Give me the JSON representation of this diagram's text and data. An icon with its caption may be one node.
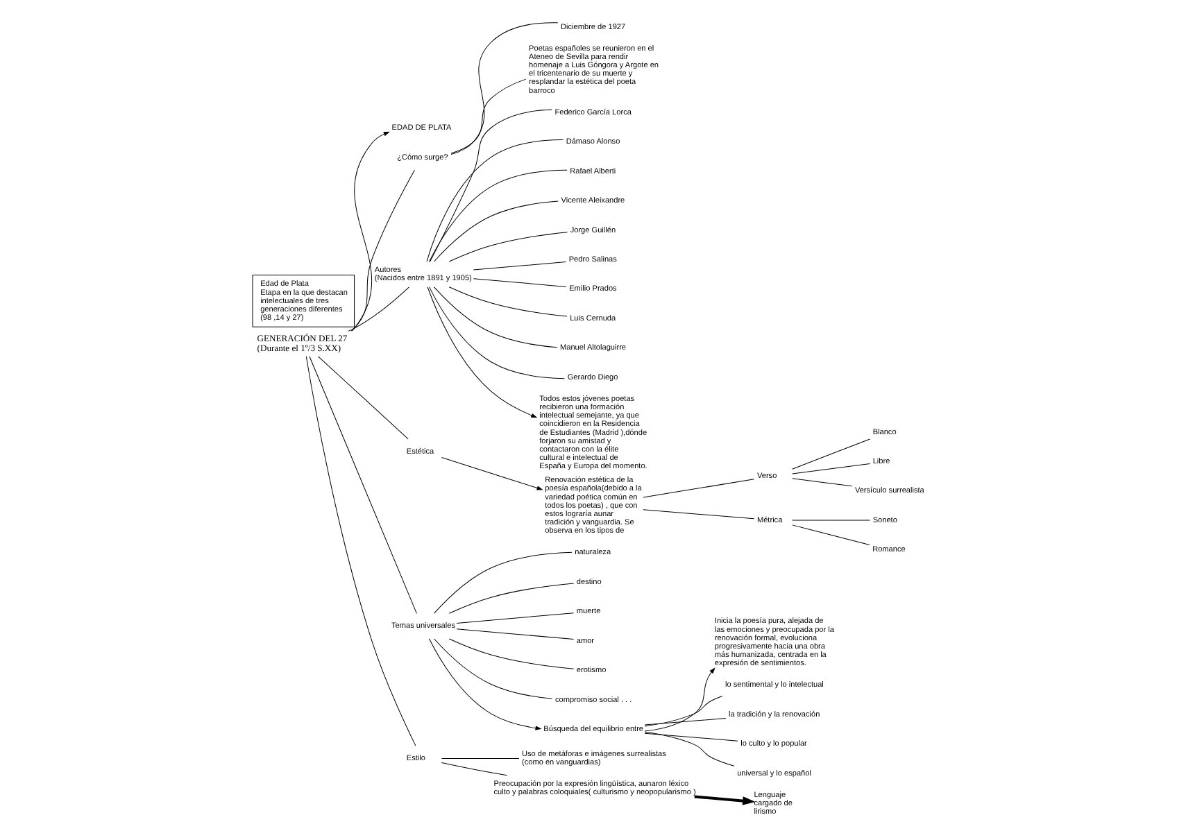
{
  "diagram": {
    "nodes": [
      {
        "text": [
          "GENERACIÓN DEL 27",
          "(Durante el 1º/3 S.XX)"
        ]
      },
      {
        "text": [
          "EDAD DE PLATA"
        ]
      },
      {
        "text": [
          "¿Cómo surge?"
        ]
      },
      {
        "text": [
          "Diciembre de 1927"
        ]
      },
      {
        "text": [
          "Poetas españoles se reunieron en el Ateneo de Sevilla para rendir homenaje a Luis Góngora y Argote en el tricentenario de su muerte y resplandar la estética del poeta barroco"
        ]
      },
      {
        "text": [
          "Autores",
          "(Nacidos entre 1891 y 1905)"
        ]
      },
      {
        "text": [
          "Federico García Lorca"
        ]
      },
      {
        "text": [
          "Dámaso Alonso"
        ]
      },
      {
        "text": [
          "Rafael Alberti"
        ]
      },
      {
        "text": [
          "Vicente Aleixandre"
        ]
      },
      {
        "text": [
          "Jorge Guillén"
        ]
      },
      {
        "text": [
          "Pedro Salinas"
        ]
      },
      {
        "text": [
          "Emilio Prados"
        ]
      },
      {
        "text": [
          "Luis Cernuda"
        ]
      },
      {
        "text": [
          "Manuel Altolaguirre"
        ]
      },
      {
        "text": [
          "Gerardo Diego"
        ]
      },
      {
        "text": [
          "Todos estos jóvenes poetas recibieron una formación intelectual semejante, ya que coincidieron en la Residencia de Estudiantes (Madrid ),dónde forjaron su amistad y contactaron con la élite cultural e intelectual de España y Europa del momento."
        ]
      },
      {
        "text": [
          "Estética"
        ]
      },
      {
        "text": [
          "Renovación estética de la poesía española(debido a la variedad poética común en todos los poetas) , que con estos lograría aunar tradición y vanguardia. Se observa en los tipos de"
        ]
      },
      {
        "text": [
          "Verso"
        ]
      },
      {
        "text": [
          "Blanco"
        ]
      },
      {
        "text": [
          "Libre"
        ]
      },
      {
        "text": [
          "Versículo surrealista"
        ]
      },
      {
        "text": [
          "Métrica"
        ]
      },
      {
        "text": [
          "Soneto"
        ]
      },
      {
        "text": [
          "Romance"
        ]
      },
      {
        "text": [
          "Inicia la poesía pura, alejada de las emociones y preocupada por la renovación formal, evoluciona progresivamente hacia una obra más humanizada, centrada en la expresión de sentimientos."
        ]
      },
      {
        "text": [
          "Temas universales"
        ]
      },
      {
        "text": [
          "naturaleza"
        ]
      },
      {
        "text": [
          "destino"
        ]
      },
      {
        "text": [
          "muerte"
        ]
      },
      {
        "text": [
          "amor"
        ]
      },
      {
        "text": [
          "erotismo"
        ]
      },
      {
        "text": [
          "compromiso social . . ."
        ]
      },
      {
        "text": [
          "Búsqueda del equilibrio entre"
        ]
      },
      {
        "text": [
          "lo sentimental y lo intelectual"
        ]
      },
      {
        "text": [
          "la tradición y la renovación"
        ]
      },
      {
        "text": [
          "lo culto y lo popular"
        ]
      },
      {
        "text": [
          "universal y lo español"
        ]
      },
      {
        "text": [
          "Estilo"
        ]
      },
      {
        "text": [
          "Uso de metáforas e imágenes surrealistas (como en vanguardias)"
        ]
      },
      {
        "text": [
          "Preocupación por la expresión lingüística, aunaron léxico culto y palabras coloquiales( culturismo y neopopularismo )"
        ]
      },
      {
        "text": [
          "Lenguaje cargado de lirismo"
        ]
      },
      {
        "text": [
          "Edad de Plata",
          "Etapa en la que destacan intelectuales de tres generaciones diferentes (98 ,14 y 27)"
        ]
      }
    ],
    "edges": [
      {
        "from": 0,
        "to": 1,
        "arrow": "to"
      },
      {
        "from": 0,
        "to": 2,
        "arrow": "none"
      },
      {
        "from": 2,
        "to": 3,
        "arrow": "none"
      },
      {
        "from": 2,
        "to": 4,
        "arrow": "none"
      },
      {
        "from": 0,
        "to": 5,
        "arrow": "none"
      },
      {
        "from": 5,
        "to": 6,
        "arrow": "none"
      },
      {
        "from": 5,
        "to": 7,
        "arrow": "none"
      },
      {
        "from": 5,
        "to": 8,
        "arrow": "none"
      },
      {
        "from": 5,
        "to": 9,
        "arrow": "none"
      },
      {
        "from": 5,
        "to": 10,
        "arrow": "none"
      },
      {
        "from": 5,
        "to": 11,
        "arrow": "none"
      },
      {
        "from": 5,
        "to": 12,
        "arrow": "none"
      },
      {
        "from": 5,
        "to": 13,
        "arrow": "none"
      },
      {
        "from": 5,
        "to": 14,
        "arrow": "none"
      },
      {
        "from": 5,
        "to": 15,
        "arrow": "none"
      },
      {
        "from": 5,
        "to": 16,
        "arrow": "to"
      },
      {
        "from": 0,
        "to": 17,
        "arrow": "none"
      },
      {
        "from": 17,
        "to": 18,
        "arrow": "to"
      },
      {
        "from": 18,
        "to": 19,
        "arrow": "none"
      },
      {
        "from": 19,
        "to": 20,
        "arrow": "none"
      },
      {
        "from": 19,
        "to": 21,
        "arrow": "none"
      },
      {
        "from": 19,
        "to": 22,
        "arrow": "none"
      },
      {
        "from": 18,
        "to": 23,
        "arrow": "none"
      },
      {
        "from": 23,
        "to": 24,
        "arrow": "none"
      },
      {
        "from": 23,
        "to": 25,
        "arrow": "none"
      },
      {
        "from": 0,
        "to": 27,
        "arrow": "none"
      },
      {
        "from": 27,
        "to": 28,
        "arrow": "none"
      },
      {
        "from": 27,
        "to": 29,
        "arrow": "none"
      },
      {
        "from": 27,
        "to": 30,
        "arrow": "none"
      },
      {
        "from": 27,
        "to": 31,
        "arrow": "none"
      },
      {
        "from": 27,
        "to": 32,
        "arrow": "none"
      },
      {
        "from": 27,
        "to": 33,
        "arrow": "none"
      },
      {
        "from": 27,
        "to": 34,
        "arrow": "to"
      },
      {
        "from": 34,
        "to": 35,
        "arrow": "none"
      },
      {
        "from": 34,
        "to": 36,
        "arrow": "none"
      },
      {
        "from": 34,
        "to": 37,
        "arrow": "none"
      },
      {
        "from": 34,
        "to": 38,
        "arrow": "none"
      },
      {
        "from": 34,
        "to": 26,
        "arrow": "to"
      },
      {
        "from": 0,
        "to": 39,
        "arrow": "none"
      },
      {
        "from": 39,
        "to": 40,
        "arrow": "none"
      },
      {
        "from": 39,
        "to": 41,
        "arrow": "none"
      },
      {
        "from": 41,
        "to": 42,
        "arrow": "to",
        "style": "thick"
      }
    ]
  }
}
